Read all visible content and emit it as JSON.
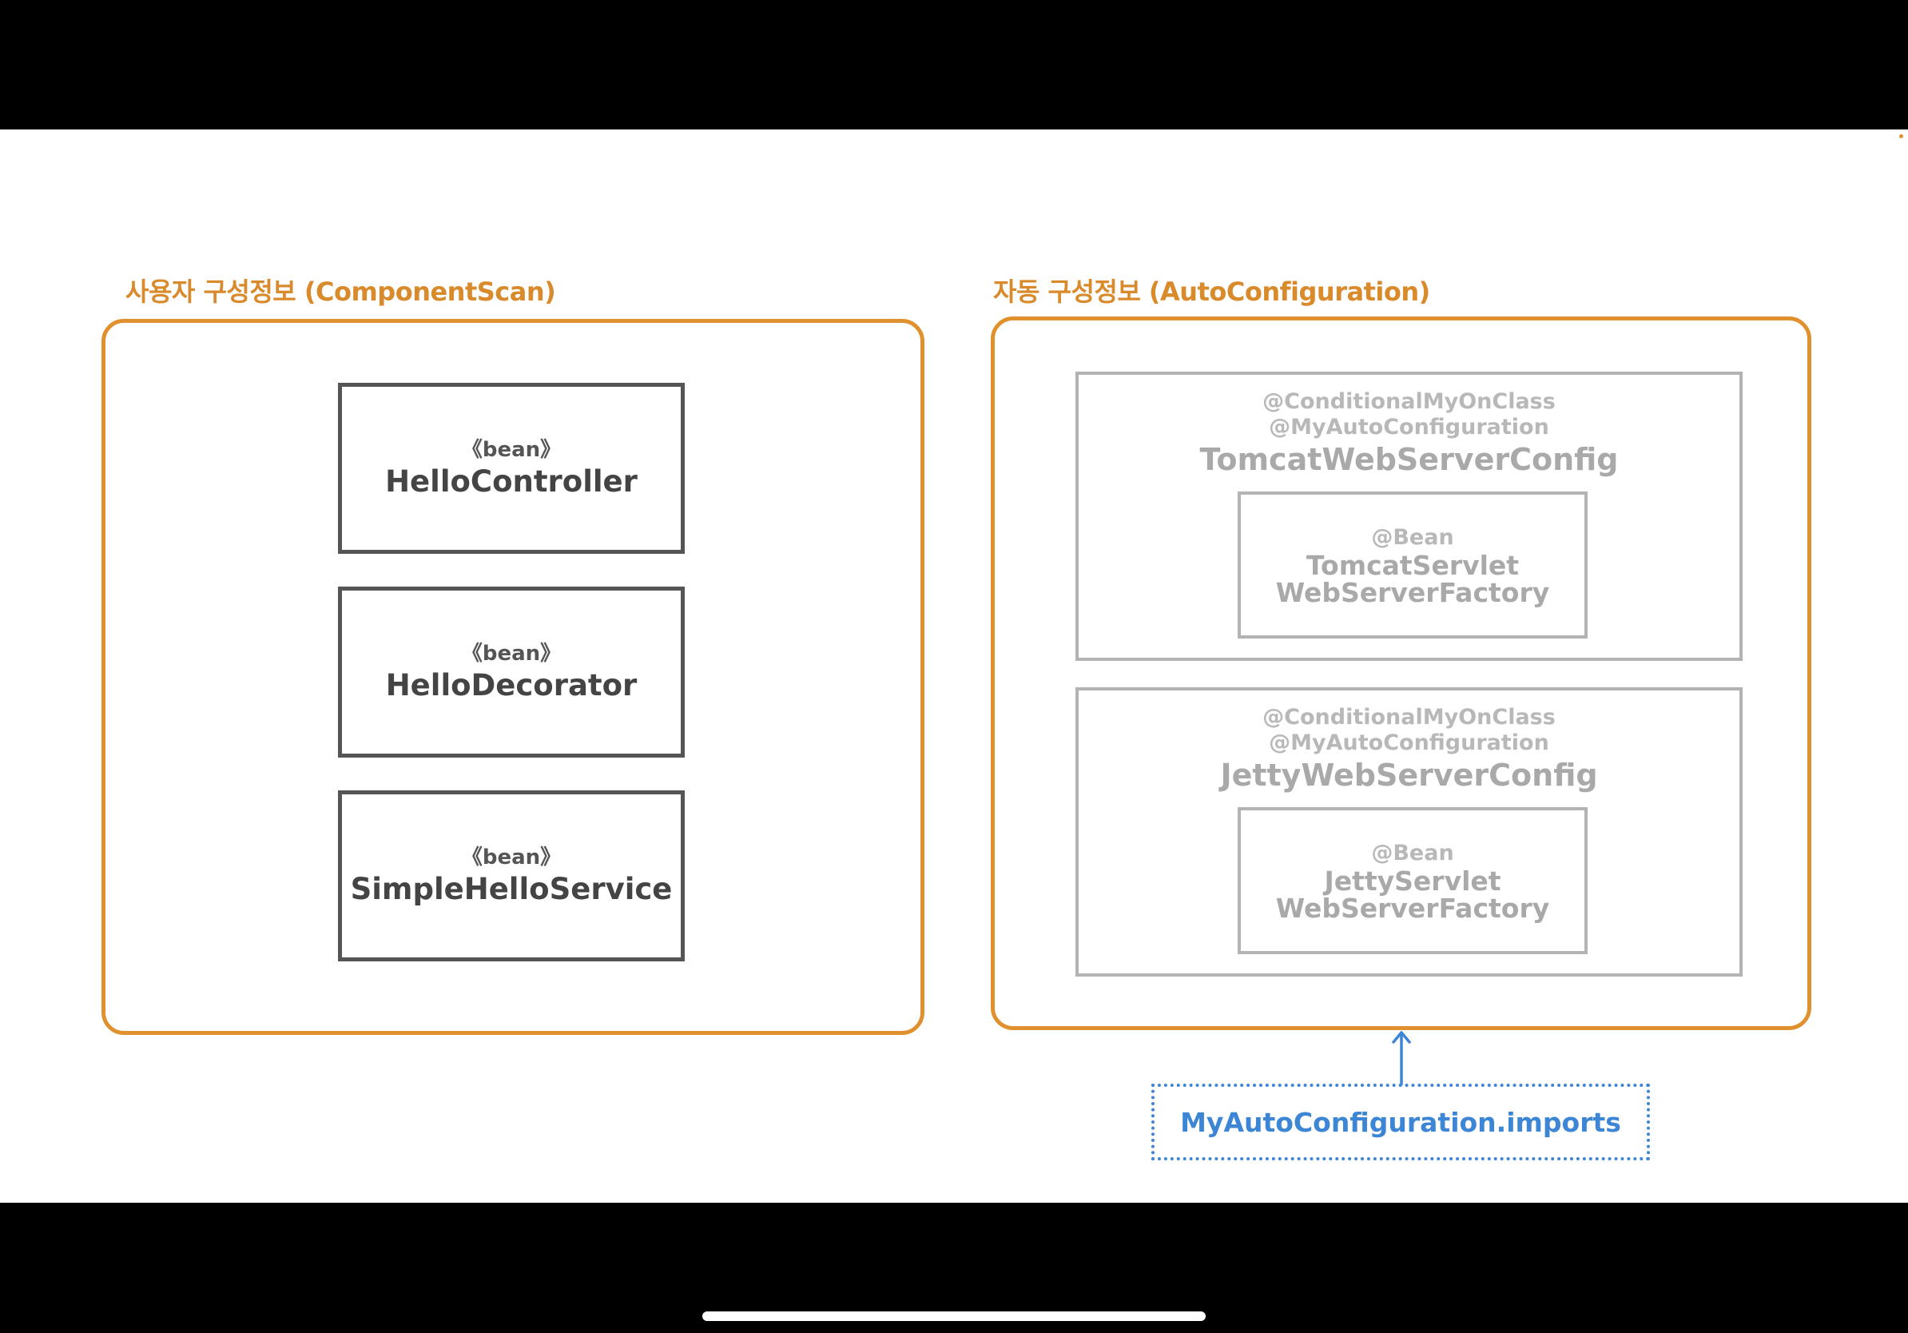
{
  "user_config": {
    "title": "사용자 구성정보 (ComponentScan)",
    "beans": [
      {
        "stereotype": "《bean》",
        "name": "HelloController"
      },
      {
        "stereotype": "《bean》",
        "name": "HelloDecorator"
      },
      {
        "stereotype": "《bean》",
        "name": "SimpleHelloService"
      }
    ]
  },
  "auto_config": {
    "title": "자동 구성정보 (AutoConfiguration)",
    "configs": [
      {
        "annotation_1": "@ConditionalMyOnClass",
        "annotation_2": "@MyAutoConfiguration",
        "name": "TomcatWebServerConfig",
        "factory_annotation": "@Bean",
        "factory_line_1": "TomcatServlet",
        "factory_line_2": "WebServerFactory"
      },
      {
        "annotation_1": "@ConditionalMyOnClass",
        "annotation_2": "@MyAutoConfiguration",
        "name": "JettyWebServerConfig",
        "factory_annotation": "@Bean",
        "factory_line_1": "JettyServlet",
        "factory_line_2": "WebServerFactory"
      }
    ]
  },
  "imports": {
    "label": "MyAutoConfiguration.imports"
  },
  "colors": {
    "accent_orange": "#e0912e",
    "bean_border": "#555555",
    "config_gray": "#b3b3b3",
    "imports_blue": "#3d86d6"
  }
}
